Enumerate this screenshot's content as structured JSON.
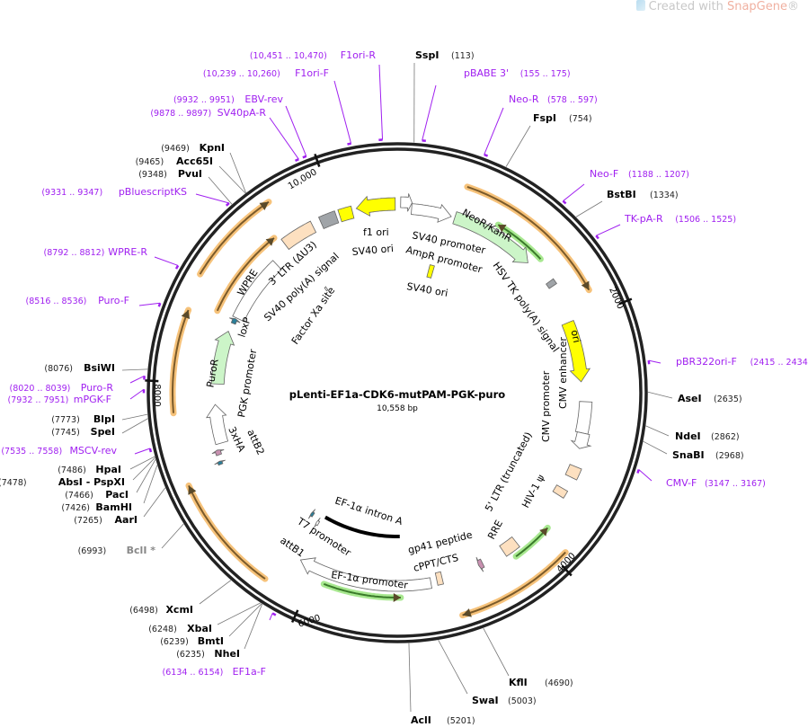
{
  "watermark": {
    "prefix": "Created with ",
    "brand": "SnapGene",
    "suffix": "®"
  },
  "plasmid": {
    "name": "pLenti-EF1a-CDK6-mutPAM-PGK-puro",
    "length_label": "10,558 bp",
    "length": 10558
  },
  "ticks": [
    {
      "bp": 2000,
      "label": "2000"
    },
    {
      "bp": 4000,
      "label": "4000"
    },
    {
      "bp": 6000,
      "label": "6000"
    },
    {
      "bp": 8000,
      "label": "8000"
    },
    {
      "bp": 10000,
      "label": "10,000"
    }
  ],
  "sites": [
    {
      "name": "SspI",
      "pos": "(113)",
      "bp": 113
    },
    {
      "name": "FspI",
      "pos": "(754)",
      "bp": 754
    },
    {
      "name": "BstBI",
      "pos": "(1334)",
      "bp": 1334
    },
    {
      "name": "AseI",
      "pos": "(2635)",
      "bp": 2635
    },
    {
      "name": "NdeI",
      "pos": "(2862)",
      "bp": 2862
    },
    {
      "name": "SnaBI",
      "pos": "(2968)",
      "bp": 2968
    },
    {
      "name": "KflI",
      "pos": "(4690)",
      "bp": 4690
    },
    {
      "name": "SwaI",
      "pos": "(5003)",
      "bp": 5003
    },
    {
      "name": "AclI",
      "pos": "(5201)",
      "bp": 5201
    },
    {
      "name": "KpnI",
      "pos": "(9469)",
      "bp": 9469
    },
    {
      "name": "Acc65I",
      "pos": "(9465)",
      "bp": 9465
    },
    {
      "name": "PvuI",
      "pos": "(9348)",
      "bp": 9348
    },
    {
      "name": "BsiWI",
      "pos": "(8076)",
      "bp": 8076
    },
    {
      "name": "BlpI",
      "pos": "(7773)",
      "bp": 7773
    },
    {
      "name": "SpeI",
      "pos": "(7745)",
      "bp": 7745
    },
    {
      "name": "HpaI",
      "pos": "(7486)",
      "bp": 7486
    },
    {
      "name": "AbsI  - PspXI",
      "pos": "(7478)",
      "bp": 7478
    },
    {
      "name": "PacI",
      "pos": "(7466)",
      "bp": 7466
    },
    {
      "name": "BamHI",
      "pos": "(7426)",
      "bp": 7426
    },
    {
      "name": "AarI",
      "pos": "(7265)",
      "bp": 7265
    },
    {
      "name": "BclI *",
      "pos": "(6993)",
      "bp": 6993,
      "color": "#888888"
    },
    {
      "name": "XcmI",
      "pos": "(6498)",
      "bp": 6498
    },
    {
      "name": "XbaI",
      "pos": "(6248)",
      "bp": 6248
    },
    {
      "name": "BmtI",
      "pos": "(6239)",
      "bp": 6239
    },
    {
      "name": "NheI",
      "pos": "(6235)",
      "bp": 6235
    }
  ],
  "primers": [
    {
      "name": "F1ori-R",
      "range": "(10,451 .. 10,470)",
      "bp": 10460
    },
    {
      "name": "F1ori-F",
      "range": "(10,239 .. 10,260)",
      "bp": 10250
    },
    {
      "name": "pBABE 3'",
      "range": "(155 .. 175)",
      "bp": 165
    },
    {
      "name": "Neo-R",
      "range": "(578 .. 597)",
      "bp": 588
    },
    {
      "name": "Neo-F",
      "range": "(1188 .. 1207)",
      "bp": 1198
    },
    {
      "name": "TK-pA-R",
      "range": "(1506 .. 1525)",
      "bp": 1516
    },
    {
      "name": "pBR322ori-F",
      "range": "(2415 .. 2434)",
      "bp": 2425
    },
    {
      "name": "CMV-F",
      "range": "(3147 .. 3167)",
      "bp": 3157
    },
    {
      "name": "EF1a-F",
      "range": "(6134 .. 6154)",
      "bp": 6144
    },
    {
      "name": "MSCV-rev",
      "range": "(7535 .. 7558)",
      "bp": 7546
    },
    {
      "name": "mPGK-F",
      "range": "(7932 .. 7951)",
      "bp": 7941
    },
    {
      "name": "Puro-R",
      "range": "(8020 .. 8039)",
      "bp": 8030
    },
    {
      "name": "Puro-F",
      "range": "(8516 .. 8536)",
      "bp": 8526
    },
    {
      "name": "WPRE-R",
      "range": "(8792 .. 8812)",
      "bp": 8802
    },
    {
      "name": "pBluescriptKS",
      "range": "(9331 .. 9347)",
      "bp": 9339
    },
    {
      "name": "SV40pA-R",
      "range": "(9878 .. 9897)",
      "bp": 9887
    },
    {
      "name": "EBV-rev",
      "range": "(9932 .. 9951)",
      "bp": 9941
    }
  ],
  "features": [
    {
      "label": "ori",
      "start": 1985,
      "end": 2540,
      "dir": "cw",
      "color": "#ffff00"
    },
    {
      "label": "NeoR/KanR",
      "start": 533,
      "end": 1325,
      "dir": "cw",
      "color": "#ccf5c8"
    },
    {
      "label": "SV40 promoter",
      "start": 131,
      "end": 500,
      "dir": "cw",
      "color": "#ffffff"
    },
    {
      "label": "AmpR promoter",
      "start": 30,
      "end": 131,
      "dir": "cw",
      "color": "#ffffff"
    },
    {
      "label": "f1 ori",
      "start": 10190,
      "end": 10540,
      "dir": "ccw",
      "color": "#ffff00"
    },
    {
      "label": "SV40 ori",
      "start": 10030,
      "end": 10150,
      "dir": "none",
      "color": "#ffff00"
    },
    {
      "label": "SV40 poly(A) signal",
      "start": 9850,
      "end": 10000,
      "dir": "none",
      "color": "#a0a4a8"
    },
    {
      "label": "3' LTR (ΔU3)",
      "start": 9470,
      "end": 9770,
      "dir": "none",
      "color": "#fde0c0"
    },
    {
      "label": "WPRE",
      "start": 8650,
      "end": 9290,
      "dir": "none",
      "color": "#ffffff"
    },
    {
      "label": "loxP",
      "start": 8590,
      "end": 8640,
      "dir": "cw",
      "color": "#2a7f9a"
    },
    {
      "label": "PuroR",
      "start": 8000,
      "end": 8505,
      "dir": "cw",
      "color": "#ccf5c8"
    },
    {
      "label": "PGK promoter",
      "start": 7450,
      "end": 7810,
      "dir": "cw",
      "color": "#ffffff"
    },
    {
      "label": "3xHA",
      "start": 7355,
      "end": 7400,
      "dir": "cw",
      "color": "#c890b0"
    },
    {
      "label": "attB2",
      "start": 7270,
      "end": 7300,
      "dir": "cw",
      "color": "#2a7f9a"
    },
    {
      "label": "T7 promoter",
      "start": 6290,
      "end": 6320,
      "dir": "cw",
      "color": "#2a7f9a"
    },
    {
      "label": "attB1",
      "start": 6190,
      "end": 6215,
      "dir": "cw",
      "color": "#ffffff"
    },
    {
      "label": "EF-1α promoter",
      "start": 4985,
      "end": 6160,
      "dir": "cw",
      "color": "#ffffff"
    },
    {
      "label": "EF-1α intron A",
      "start": 5250,
      "end": 6160,
      "dir": "none",
      "color": "#000000"
    },
    {
      "label": "gp41 peptide",
      "start": 4880,
      "end": 4930,
      "dir": "none",
      "color": "#fde0c0"
    },
    {
      "label": "cPPT/CTS",
      "start": 4500,
      "end": 4540,
      "dir": "cw",
      "color": "#c890b0"
    },
    {
      "label": "RRE",
      "start": 4150,
      "end": 4290,
      "dir": "none",
      "color": "#fde0c0"
    },
    {
      "label": "HIV-1 ψ",
      "start": 3520,
      "end": 3590,
      "dir": "none",
      "color": "#fde0c0"
    },
    {
      "label": "5' LTR (truncated)",
      "start": 3300,
      "end": 3400,
      "dir": "none",
      "color": "#fde0c0"
    },
    {
      "label": "CMV enhancer",
      "start": 2720,
      "end": 3000,
      "dir": "none",
      "color": "#ffffff"
    },
    {
      "label": "CMV promoter",
      "start": 3000,
      "end": 3140,
      "dir": "cw",
      "color": "#ffffff"
    },
    {
      "label": "HSV TK poly(A) signal",
      "start": 1580,
      "end": 1630,
      "dir": "none",
      "color": "#a0a4a8"
    },
    {
      "label": "SV40 ori",
      "start": 420,
      "end": 480,
      "dir": "none",
      "color": "#ffff00"
    },
    {
      "label": "Factor Xa site",
      "start": 9540,
      "end": 9560,
      "dir": "none",
      "color": "#ffffff"
    }
  ],
  "orfs": [
    {
      "start": 551,
      "end": 1813,
      "dir": "cw",
      "color": "#f6c27a"
    },
    {
      "start": 909,
      "end": 1378,
      "dir": "ccw",
      "color": "#a8e890"
    },
    {
      "start": 3915,
      "end": 4800,
      "dir": "cw",
      "color": "#f6c27a"
    },
    {
      "start": 3870,
      "end": 4225,
      "dir": "ccw",
      "color": "#a8e890"
    },
    {
      "start": 5250,
      "end": 5895,
      "dir": "ccw",
      "color": "#a8e890"
    },
    {
      "start": 6316,
      "end": 7214,
      "dir": "cw",
      "color": "#f6c27a"
    },
    {
      "start": 7766,
      "end": 8552,
      "dir": "cw",
      "color": "#f6c27a"
    },
    {
      "start": 8828,
      "end": 9562,
      "dir": "cw",
      "color": "#f6c27a"
    },
    {
      "start": 8637,
      "end": 9428,
      "dir": "cw",
      "color": "#f6c27a"
    }
  ]
}
